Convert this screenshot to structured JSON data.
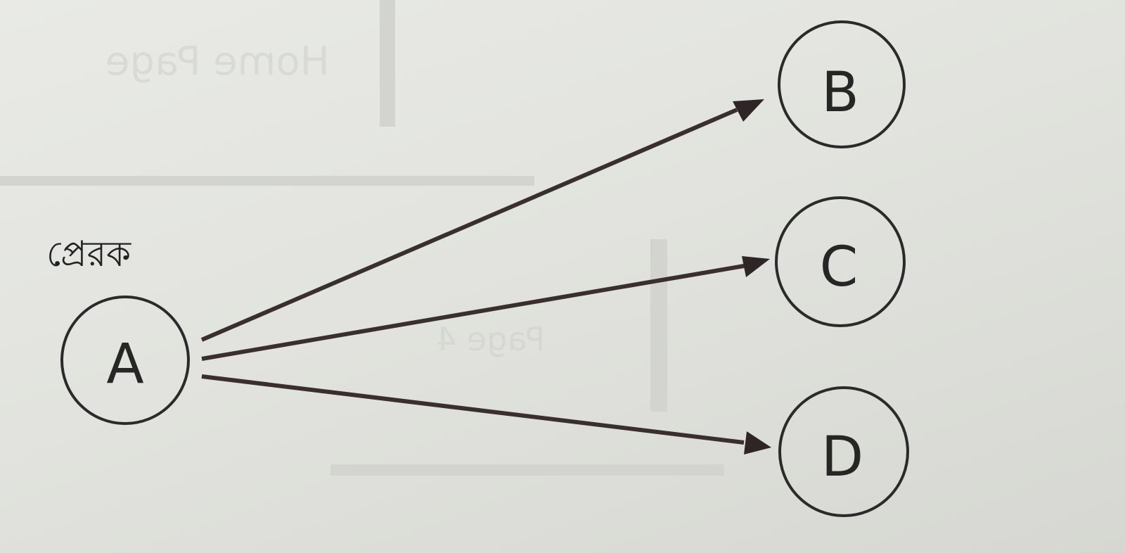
{
  "diagram": {
    "sender_label": "প্রেরক",
    "nodes": [
      {
        "id": "A",
        "label": "A"
      },
      {
        "id": "B",
        "label": "B"
      },
      {
        "id": "C",
        "label": "C"
      },
      {
        "id": "D",
        "label": "D"
      }
    ],
    "edges": [
      {
        "from": "A",
        "to": "B"
      },
      {
        "from": "A",
        "to": "C"
      },
      {
        "from": "A",
        "to": "D"
      }
    ]
  },
  "background": {
    "show_through_text_1": "Home Page",
    "show_through_text_2": "Page 4"
  },
  "colors": {
    "stroke": "#2a2a2a",
    "arrow": "#3a2f2f",
    "paper": "#e6e7e2"
  }
}
